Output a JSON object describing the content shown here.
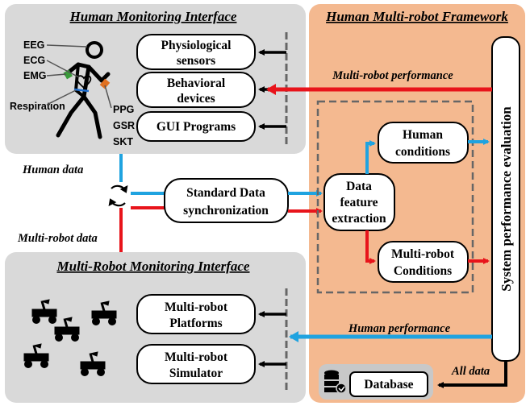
{
  "panels": {
    "human_monitoring": {
      "title": "Human Monitoring Interface"
    },
    "multi_robot_framework": {
      "title": "Human Multi-robot Framework"
    },
    "multi_robot_monitoring": {
      "title": "Multi-Robot Monitoring Interface"
    }
  },
  "human_modules": [
    {
      "line1": "Physiological",
      "line2": "sensors"
    },
    {
      "line1": "Behavioral",
      "line2": "devices"
    },
    {
      "line1": "GUI Programs",
      "line2": ""
    }
  ],
  "sensor_labels": [
    "EEG",
    "ECG",
    "EMG",
    "Respiration",
    "PPG",
    "GSR",
    "SKT"
  ],
  "robot_modules": [
    {
      "line1": "Multi-robot",
      "line2": "Platforms"
    },
    {
      "line1": "Multi-robot",
      "line2": "Simulator"
    }
  ],
  "sync_box": {
    "line1": "Standard Data",
    "line2": "synchronization"
  },
  "feature_box": {
    "line1": "Data",
    "line2": "feature",
    "line3": "extraction"
  },
  "human_conditions": {
    "line1": "Human",
    "line2": "conditions"
  },
  "robot_conditions": {
    "line1": "Multi-robot",
    "line2": "Conditions"
  },
  "evaluation": {
    "label": "System performance evaluation"
  },
  "database": {
    "label": "Database"
  },
  "flow_labels": {
    "multi_robot_performance": "Multi-robot performance",
    "human_data": "Human data",
    "multi_robot_data": "Multi-robot data",
    "human_performance": "Human performance",
    "all_data": "All data"
  },
  "colors": {
    "human_flow": "#1fa3e0",
    "robot_flow": "#e8141b",
    "panel_gray": "#d9d9d9",
    "framework_orange": "#f4b990"
  }
}
